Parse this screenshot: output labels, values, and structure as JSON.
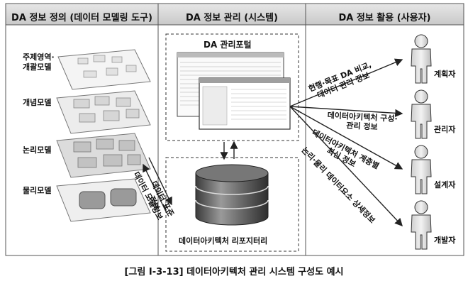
{
  "columns": {
    "modeling": "DA 정보 정의 (데이터 모델링 도구)",
    "system": "DA 정보 관리 (시스템)",
    "usage": "DA 정보 활용 (사용자)"
  },
  "model_layers": [
    "주제영역·\n개괄모델",
    "개념모델",
    "논리모델",
    "물리모델"
  ],
  "portal": {
    "title": "DA 관리포털"
  },
  "repository": {
    "label": "데이터아키텍처 리포지터리"
  },
  "exchange": {
    "model_info": "데이터 모델정보",
    "standard_info": "데이터 표준\n정보"
  },
  "flows": [
    "현행·목표 DA 비교,\n데이터 관리 정보",
    "데이터아키텍처 구성·\n관리 정보",
    "데이터아키텍처 계층별\n최신 정보",
    "논리·물리 데이터요소 상세정보"
  ],
  "users": [
    "계획자",
    "관리자",
    "설계자",
    "개발자"
  ],
  "caption": "[그림 Ⅰ-3-13] 데이터아키텍처 관리 시스템 구성도 예시"
}
